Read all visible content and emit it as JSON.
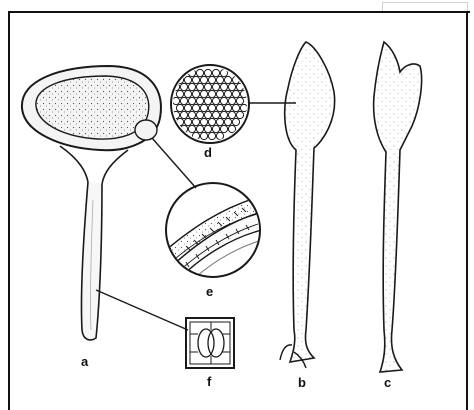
{
  "figure": {
    "labels": {
      "a": "a",
      "b": "b",
      "c": "c",
      "d": "d",
      "e": "e",
      "f": "f"
    },
    "ink_color": "#1a1a1a"
  }
}
